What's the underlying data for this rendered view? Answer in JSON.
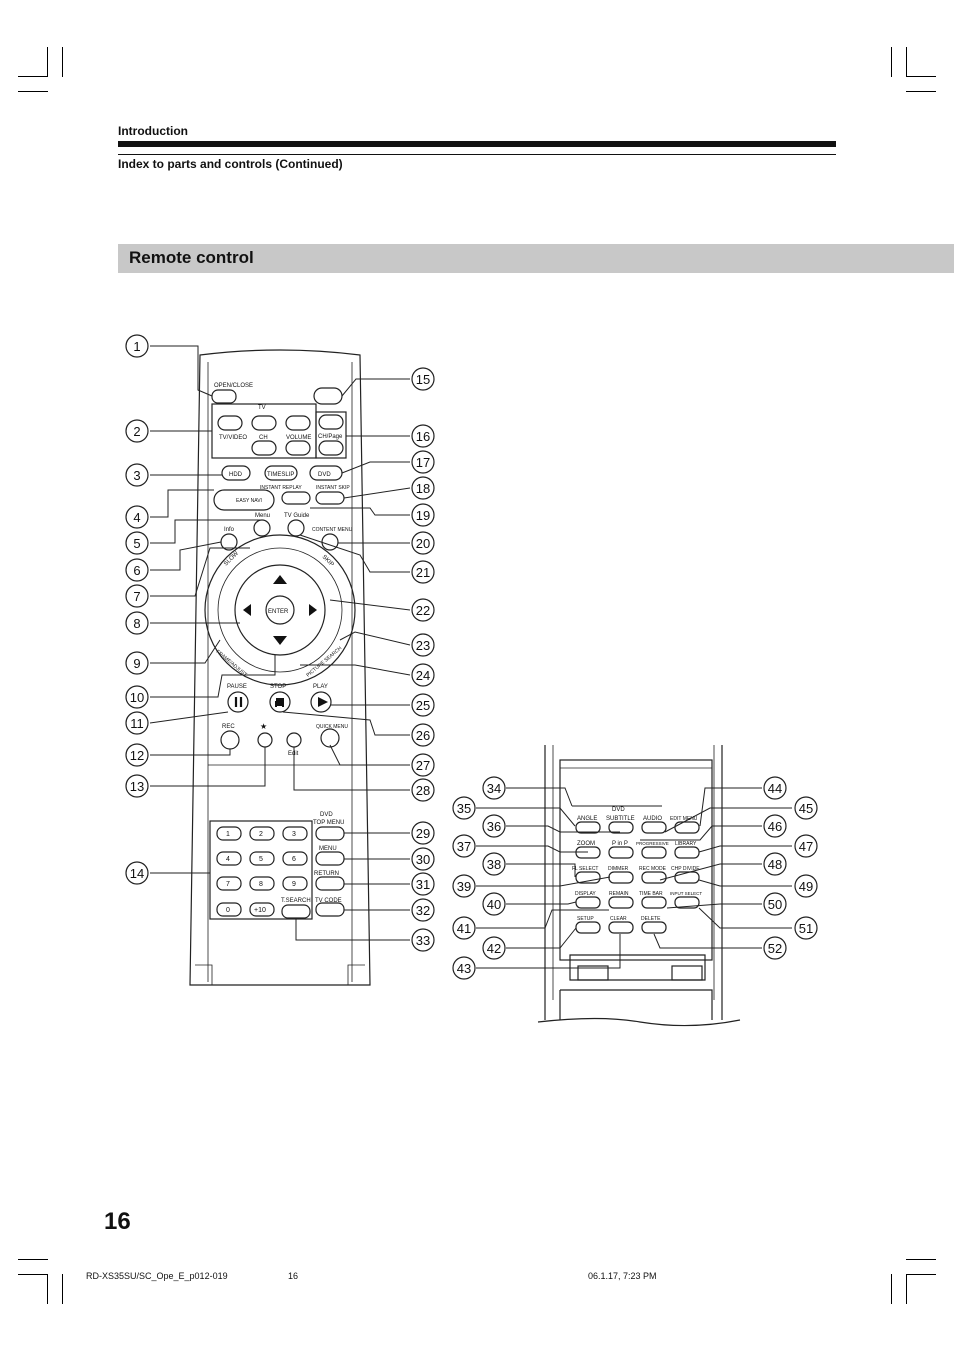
{
  "header": {
    "section": "Introduction",
    "subtitle": "Index to parts and controls (Continued)"
  },
  "section_title": "Remote control",
  "page_number": "16",
  "footer": {
    "file": "RD-XS35SU/SC_Ope_E_p012-019",
    "page": "16",
    "timestamp": "06.1.17, 7:23 PM"
  },
  "remote_labels": {
    "open_close": "OPEN/CLOSE",
    "tv": "TV",
    "tv_video": "TV/VIDEO",
    "ch": "CH",
    "volume": "VOLUME",
    "ch_page": "CH/Page",
    "hdd": "HDD",
    "timeslip": "TIMESLIP",
    "dvd": "DVD",
    "instant_replay": "INSTANT REPLAY",
    "instant_skip": "INSTANT SKIP",
    "easy_navi": "EASY NAVI",
    "info": "Info",
    "menu": "Menu",
    "tv_guide": "TV Guide",
    "content_menu": "CONTENT MENU",
    "slow": "SLOW",
    "skip": "SKIP",
    "enter": "ENTER",
    "frame_adjust": "FRAME/ADJUST",
    "picture_search": "PICTURE SEARCH",
    "pause": "PAUSE",
    "stop": "STOP",
    "play": "PLAY",
    "rec": "REC",
    "star": "★",
    "quick_menu": "QUICK MENU",
    "edit": "Edit",
    "dvd_top_menu": [
      "DVD",
      "TOP MENU"
    ],
    "dvd_menu": "MENU",
    "return": "RETURN",
    "t_search": "T.SEARCH",
    "tv_code": "TV CODE",
    "keys": [
      "1",
      "2",
      "3",
      "4",
      "5",
      "6",
      "7",
      "8",
      "9",
      "0",
      "+10"
    ]
  },
  "detail_labels": {
    "dvd": "DVD",
    "angle": "ANGLE",
    "subtitle": "SUBTITLE",
    "audio": "AUDIO",
    "edit_menu": "EDIT MENU",
    "zoom": "ZOOM",
    "p_in_p": "P in P",
    "progressive": "PROGRESSIVE",
    "library": "LIBRARY",
    "fl_select": "FL SELECT",
    "dimmer": "DIMMER",
    "rec_mode": "REC MODE",
    "chp_divide": "CHP DIVIDE",
    "display": "DISPLAY",
    "remain": "REMAIN",
    "time_bar": "TIME BAR",
    "input_select": "INPUT SELECT",
    "setup": "SETUP",
    "clear": "CLEAR",
    "delete": "DELETE"
  },
  "callouts": [
    "1",
    "2",
    "3",
    "4",
    "5",
    "6",
    "7",
    "8",
    "9",
    "10",
    "11",
    "12",
    "13",
    "14",
    "15",
    "16",
    "17",
    "18",
    "19",
    "20",
    "21",
    "22",
    "23",
    "24",
    "25",
    "26",
    "27",
    "28",
    "29",
    "30",
    "31",
    "32",
    "33",
    "34",
    "35",
    "36",
    "37",
    "38",
    "39",
    "40",
    "41",
    "42",
    "43",
    "44",
    "45",
    "46",
    "47",
    "48",
    "49",
    "50",
    "51",
    "52"
  ]
}
